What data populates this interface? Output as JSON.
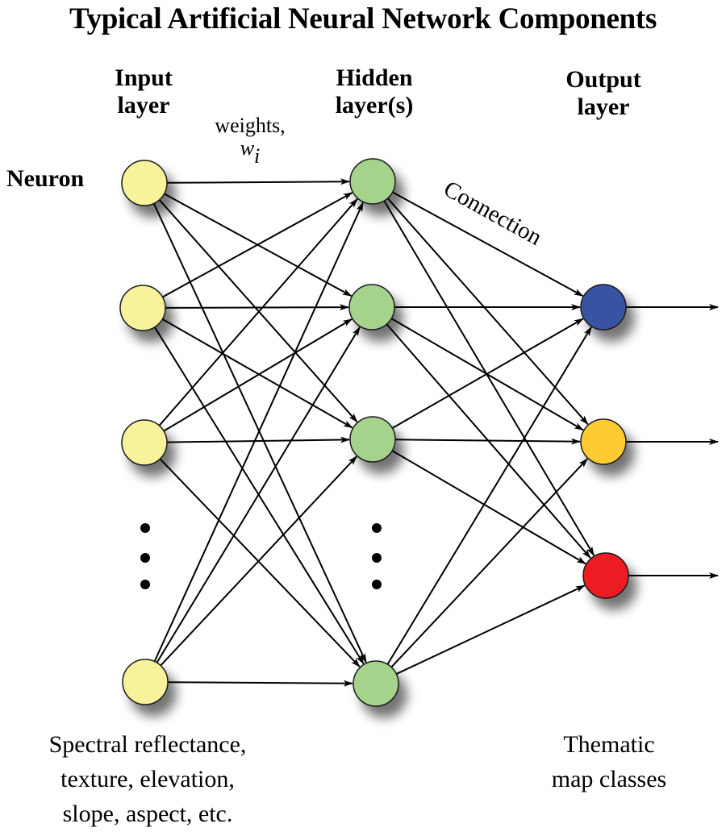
{
  "title": "Typical Artificial Neural Network Components",
  "layers": {
    "input": {
      "label_line1": "Input",
      "label_line2": "layer"
    },
    "hidden": {
      "label_line1": "Hidden",
      "label_line2": "layer(s)"
    },
    "output": {
      "label_line1": "Output",
      "label_line2": "layer"
    }
  },
  "annotations": {
    "neuron": "Neuron",
    "weights": "weights,",
    "weight_symbol": "w",
    "weight_subscript": "i",
    "connection": "Connection"
  },
  "bottom": {
    "input_desc_line1": "Spectral reflectance,",
    "input_desc_line2": "texture, elevation,",
    "input_desc_line3": "slope, aspect, etc.",
    "output_desc_line1": "Thematic",
    "output_desc_line2": "map classes"
  },
  "colors": {
    "input_node": "#f8f29b",
    "hidden_node": "#a5d38b",
    "output_nodes": [
      "#3953a4",
      "#fecb30",
      "#ec1c24"
    ],
    "edge": "#000000"
  },
  "network": {
    "input_nodes": 4,
    "hidden_nodes": 4,
    "output_nodes": 3,
    "ellipsis_after_node_index": 2,
    "input_to_hidden": [
      [
        0,
        0
      ],
      [
        0,
        1
      ],
      [
        0,
        2
      ],
      [
        0,
        3
      ],
      [
        1,
        0
      ],
      [
        1,
        1
      ],
      [
        1,
        2
      ],
      [
        1,
        3
      ],
      [
        2,
        0
      ],
      [
        2,
        1
      ],
      [
        2,
        2
      ],
      [
        2,
        3
      ],
      [
        3,
        0
      ],
      [
        3,
        1
      ],
      [
        3,
        2
      ],
      [
        3,
        3
      ]
    ],
    "hidden_to_output": [
      [
        0,
        0
      ],
      [
        0,
        1
      ],
      [
        0,
        2
      ],
      [
        1,
        0
      ],
      [
        1,
        1
      ],
      [
        1,
        2
      ],
      [
        2,
        0
      ],
      [
        2,
        1
      ],
      [
        2,
        2
      ],
      [
        3,
        0
      ],
      [
        3,
        1
      ],
      [
        3,
        2
      ]
    ],
    "output_arrows": 3
  }
}
